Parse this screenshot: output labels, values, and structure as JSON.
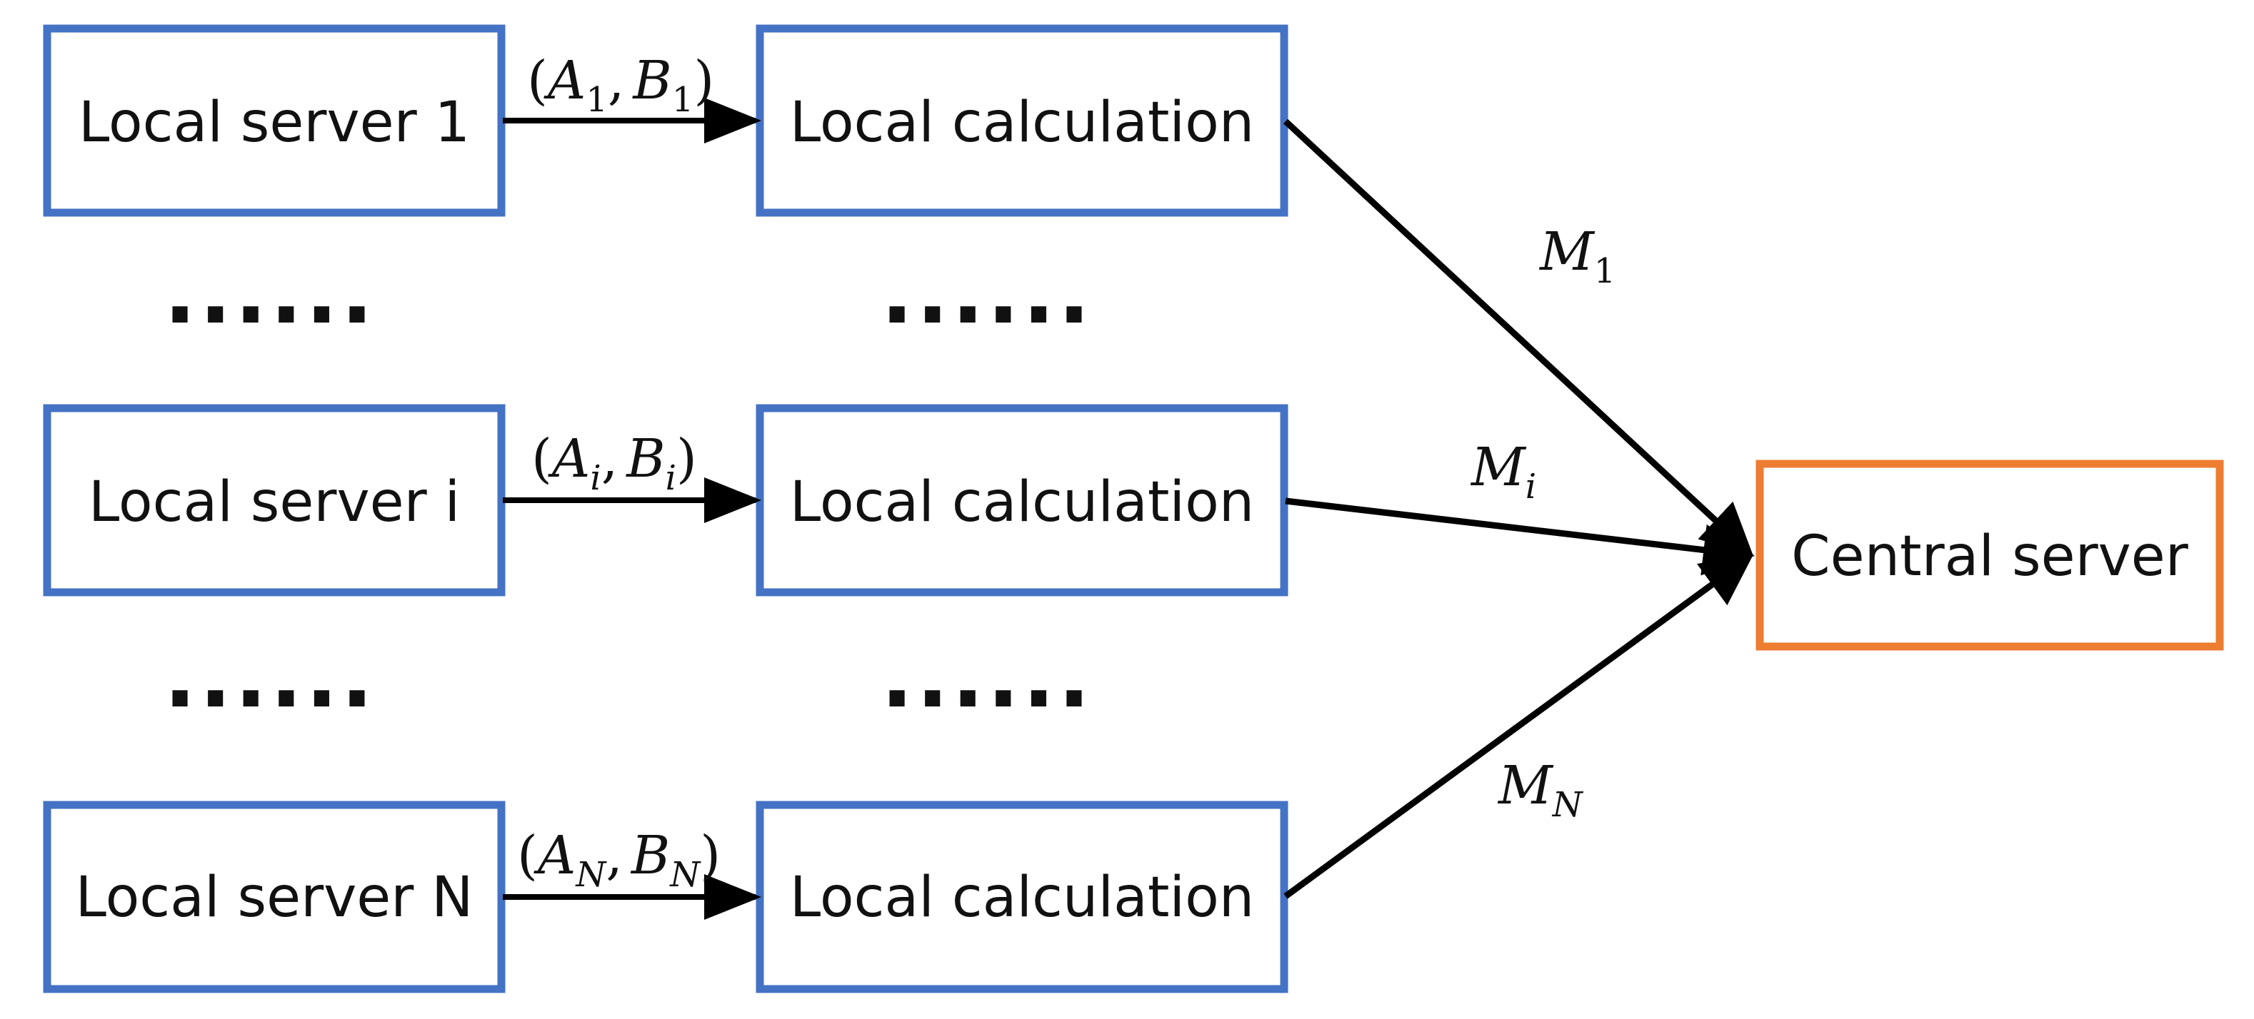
{
  "colors": {
    "local_box": "#4472C4",
    "central_box": "#ED7D31",
    "arrow": "#000000",
    "text": "#111111"
  },
  "local_servers": [
    {
      "label": "Local server 1"
    },
    {
      "label": "Local server i"
    },
    {
      "label": "Local server N"
    }
  ],
  "calculations": [
    {
      "label": "Local calculation"
    },
    {
      "label": "Local calculation"
    },
    {
      "label": "Local calculation"
    }
  ],
  "central": {
    "label": "Central server"
  },
  "edge_labels_data": [
    {
      "open": "(",
      "a": "A",
      "a_sub": "1",
      "sep": ",",
      "b": "B",
      "b_sub": "1",
      "close": ")"
    },
    {
      "open": "(",
      "a": "A",
      "a_sub": "i",
      "sep": ",",
      "b": "B",
      "b_sub": "i",
      "close": ")"
    },
    {
      "open": "(",
      "a": "A",
      "a_sub": "N",
      "sep": ",",
      "b": "B",
      "b_sub": "N",
      "close": ")"
    }
  ],
  "edge_labels_model": [
    {
      "m": "M",
      "m_sub": "1"
    },
    {
      "m": "M",
      "m_sub": "i"
    },
    {
      "m": "M",
      "m_sub": "N"
    }
  ],
  "ellipsis": "......"
}
